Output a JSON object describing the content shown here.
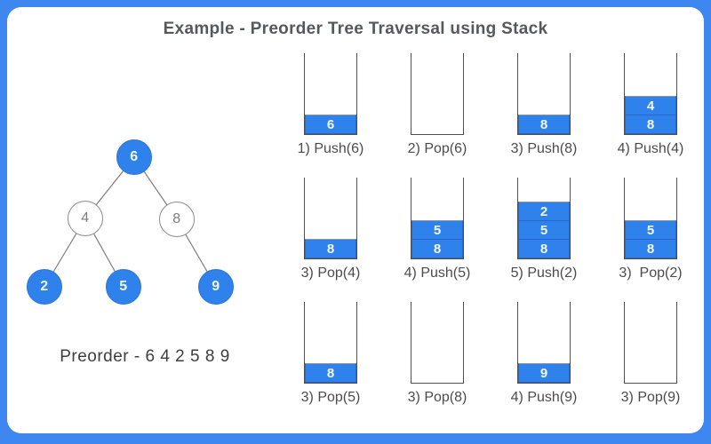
{
  "title": "Example - Preorder Tree Traversal using Stack",
  "tree": {
    "nodes": [
      {
        "value": "6",
        "filled": true
      },
      {
        "value": "4",
        "filled": false
      },
      {
        "value": "8",
        "filled": false
      },
      {
        "value": "2",
        "filled": true
      },
      {
        "value": "5",
        "filled": true
      },
      {
        "value": "9",
        "filled": true
      }
    ],
    "edges": [
      [
        "6",
        "4"
      ],
      [
        "6",
        "8"
      ],
      [
        "4",
        "2"
      ],
      [
        "4",
        "5"
      ],
      [
        "8",
        "9"
      ]
    ],
    "preorder_label": "Preorder - 6 4 2 5 8 9"
  },
  "steps": [
    {
      "label": "1) Push(6)",
      "stack": [
        "6"
      ]
    },
    {
      "label": "2) Pop(6)",
      "stack": []
    },
    {
      "label": "3) Push(8)",
      "stack": [
        "8"
      ]
    },
    {
      "label": "4) Push(4)",
      "stack": [
        "4",
        "8"
      ]
    },
    {
      "label": "3) Pop(4)",
      "stack": [
        "8"
      ]
    },
    {
      "label": "4) Push(5)",
      "stack": [
        "5",
        "8"
      ]
    },
    {
      "label": "5) Push(2)",
      "stack": [
        "2",
        "5",
        "8"
      ]
    },
    {
      "label": "3)  Pop(2)",
      "stack": [
        "5",
        "8"
      ]
    },
    {
      "label": "3) Pop(5)",
      "stack": [
        "8"
      ]
    },
    {
      "label": "3) Pop(8)",
      "stack": []
    },
    {
      "label": "4) Push(9)",
      "stack": [
        "9"
      ]
    },
    {
      "label": "3) Pop(9)",
      "stack": []
    }
  ],
  "colors": {
    "accent": "#3E86F0",
    "stack_item_fill": "#2F82EC",
    "node_fill": "#2F82EC",
    "wall": "#4F4F4F",
    "label_text": "#4B4B4B",
    "title_text": "#55585C"
  }
}
